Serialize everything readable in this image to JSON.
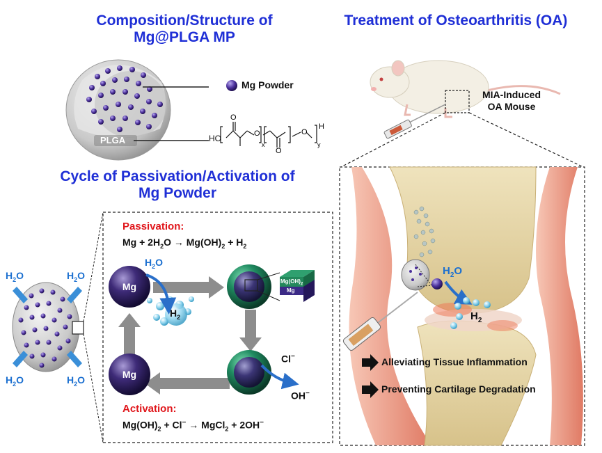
{
  "titles": {
    "composition_line1": "Composition/Structure of",
    "composition_line2": "Mg@PLGA MP",
    "treatment": "Treatment of Osteoarthritis (OA)",
    "cycle_line1": "Cycle of Passivation/Activation of",
    "cycle_line2": "Mg Powder"
  },
  "labels": {
    "mg_powder": "Mg Powder",
    "plga": "PLGA",
    "ho": "HO",
    "h": "H",
    "x": "x",
    "y": "y",
    "o": "O",
    "mia_line1": "MIA-Induced",
    "mia_line2": "OA Mouse",
    "h2o": "H",
    "h2o_sub": "2",
    "h2o_o": "O",
    "mg": "Mg",
    "mgoh2_layer": "Mg(OH)",
    "mgoh2_layer_sub": "2",
    "mg_layer": "Mg",
    "h2": "H",
    "h2_sub": "2",
    "cl": "Cl",
    "oh": "OH",
    "minus": "−"
  },
  "passivation": {
    "heading": "Passivation:",
    "eq_a": "Mg + 2H",
    "eq_a_sub": "2",
    "eq_b": "O → Mg(OH)",
    "eq_b_sub": "2",
    "eq_c": " + H",
    "eq_c_sub": "2"
  },
  "activation": {
    "heading": "Activation:",
    "eq_a": "Mg(OH)",
    "eq_a_sub": "2",
    "eq_b": " + Cl",
    "eq_b_sup": "−",
    "eq_c": " → MgCl",
    "eq_c_sub": "2",
    "eq_d": " + 2OH",
    "eq_d_sup": "−"
  },
  "effects": [
    "Alleviating Tissue Inflammation",
    "Preventing Cartilage Degradation"
  ],
  "colors": {
    "title_blue": "#1f2fd6",
    "red": "#e0161b",
    "mg_purple": "#3b2a6e",
    "mg_green": "#1f7f5c",
    "h2o_blue": "#1b6fd0",
    "gray_arrow": "#8a8a8a"
  }
}
